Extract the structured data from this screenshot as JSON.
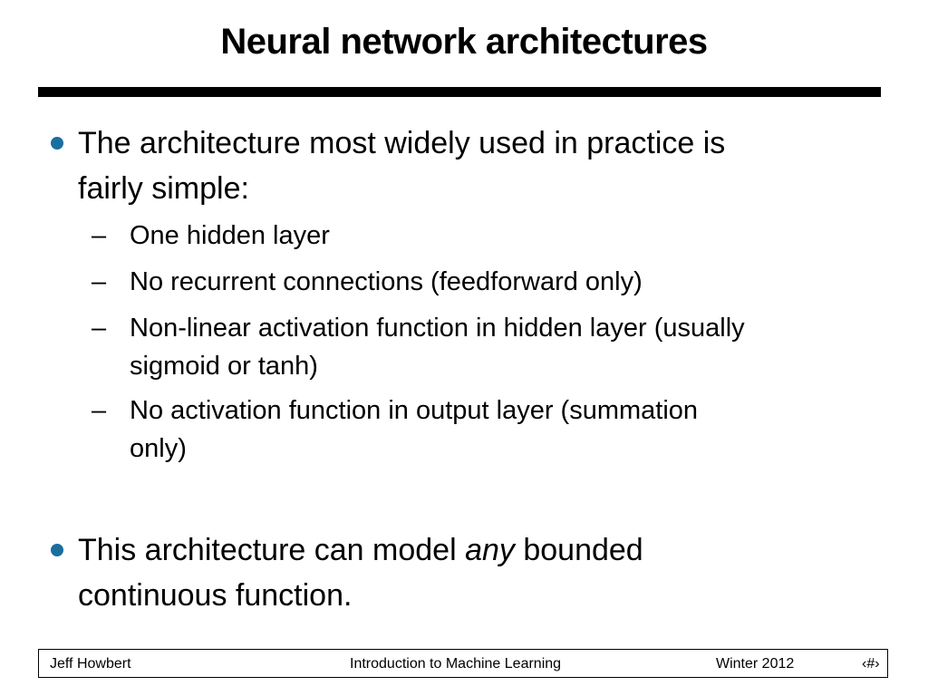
{
  "slide": {
    "title": "Neural network architectures",
    "bullets": [
      {
        "text_line1": "The architecture most widely used in practice is",
        "text_line2": "fairly simple:",
        "subitems": [
          {
            "line1": "One hidden layer"
          },
          {
            "line1": "No recurrent connections (feedforward only)"
          },
          {
            "line1": "Non-linear activation function in hidden layer (usually",
            "line2": "sigmoid or tanh)"
          },
          {
            "line1": "No activation function in output layer (summation",
            "line2": "only)"
          }
        ]
      },
      {
        "text_pre": "This architecture can model ",
        "text_emph": "any",
        "text_post": " bounded",
        "text_line2": "continuous function."
      }
    ],
    "dash": "–",
    "bullet_color": "#1a6ea0"
  },
  "footer": {
    "author": "Jeff Howbert",
    "course": "Introduction to Machine Learning",
    "term": "Winter 2012",
    "page": "‹#›"
  }
}
